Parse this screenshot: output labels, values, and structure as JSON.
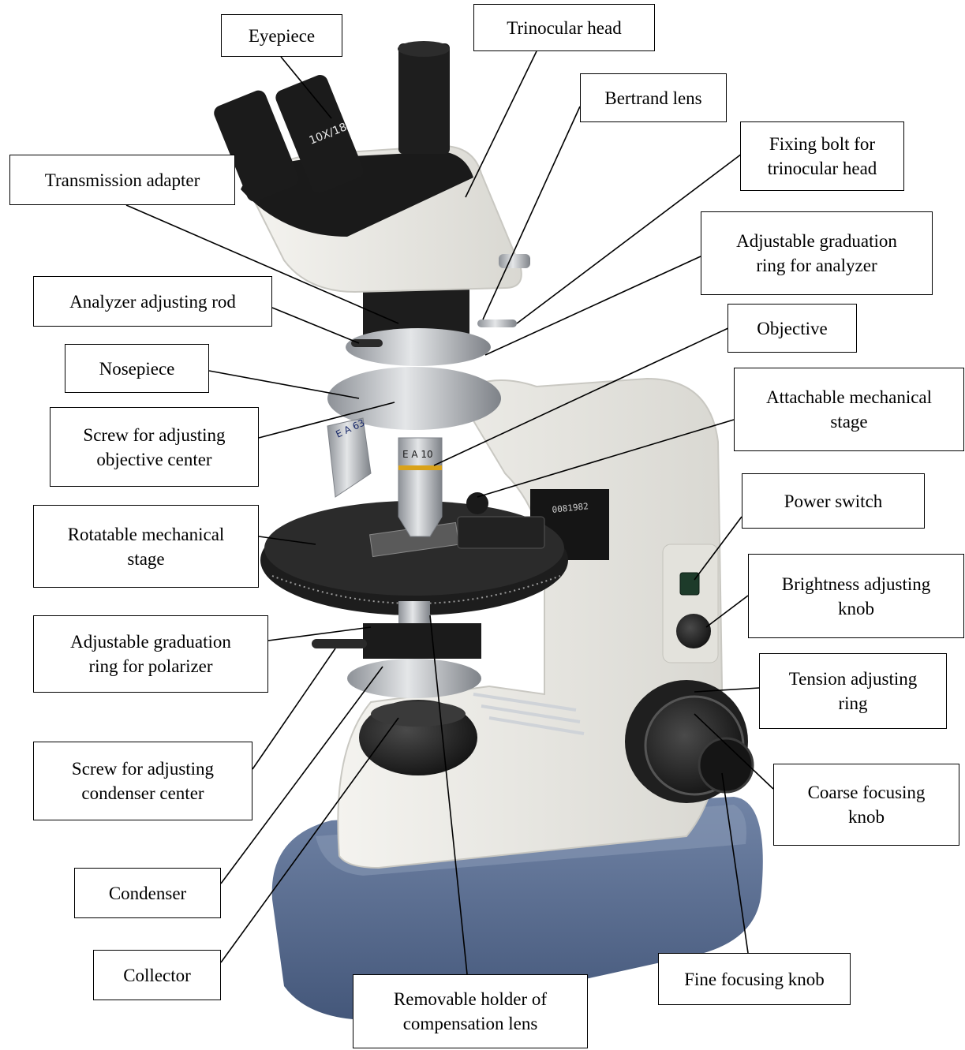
{
  "labels": {
    "eyepiece": "Eyepiece",
    "trinocular_head": "Trinocular head",
    "bertrand_lens": "Bertrand lens",
    "fixing_bolt": "Fixing bolt for\ntrinocular head",
    "transmission_adapter": "Transmission adapter",
    "graduation_ring_analyzer": "Adjustable graduation\nring for analyzer",
    "analyzer_rod": "Analyzer adjusting rod",
    "objective": "Objective",
    "nosepiece": "Nosepiece",
    "attachable_stage": "Attachable mechanical\nstage",
    "screw_objective_center": "Screw for adjusting\nobjective center",
    "power_switch": "Power switch",
    "rotatable_stage": "Rotatable mechanical\nstage",
    "brightness_knob": "Brightness adjusting\nknob",
    "graduation_ring_polarizer": "Adjustable graduation\nring for polarizer",
    "tension_ring": "Tension adjusting\nring",
    "screw_condenser_center": "Screw for adjusting\ncondenser center",
    "coarse_knob": "Coarse focusing\nknob",
    "condenser": "Condenser",
    "collector": "Collector",
    "fine_knob": "Fine focusing knob",
    "compensation_holder": "Removable holder of\ncompensation lens"
  },
  "product": {
    "eyepiece_marking": "10X/18",
    "objective_marking_1": "E A 63",
    "objective_marking_2": "E A 10",
    "serial_number": "0081982"
  },
  "colors": {
    "body": "#ecebe6",
    "base": "#5a6e90",
    "black_parts": "#1b1b1b",
    "chrome": "#b9bcc0"
  }
}
